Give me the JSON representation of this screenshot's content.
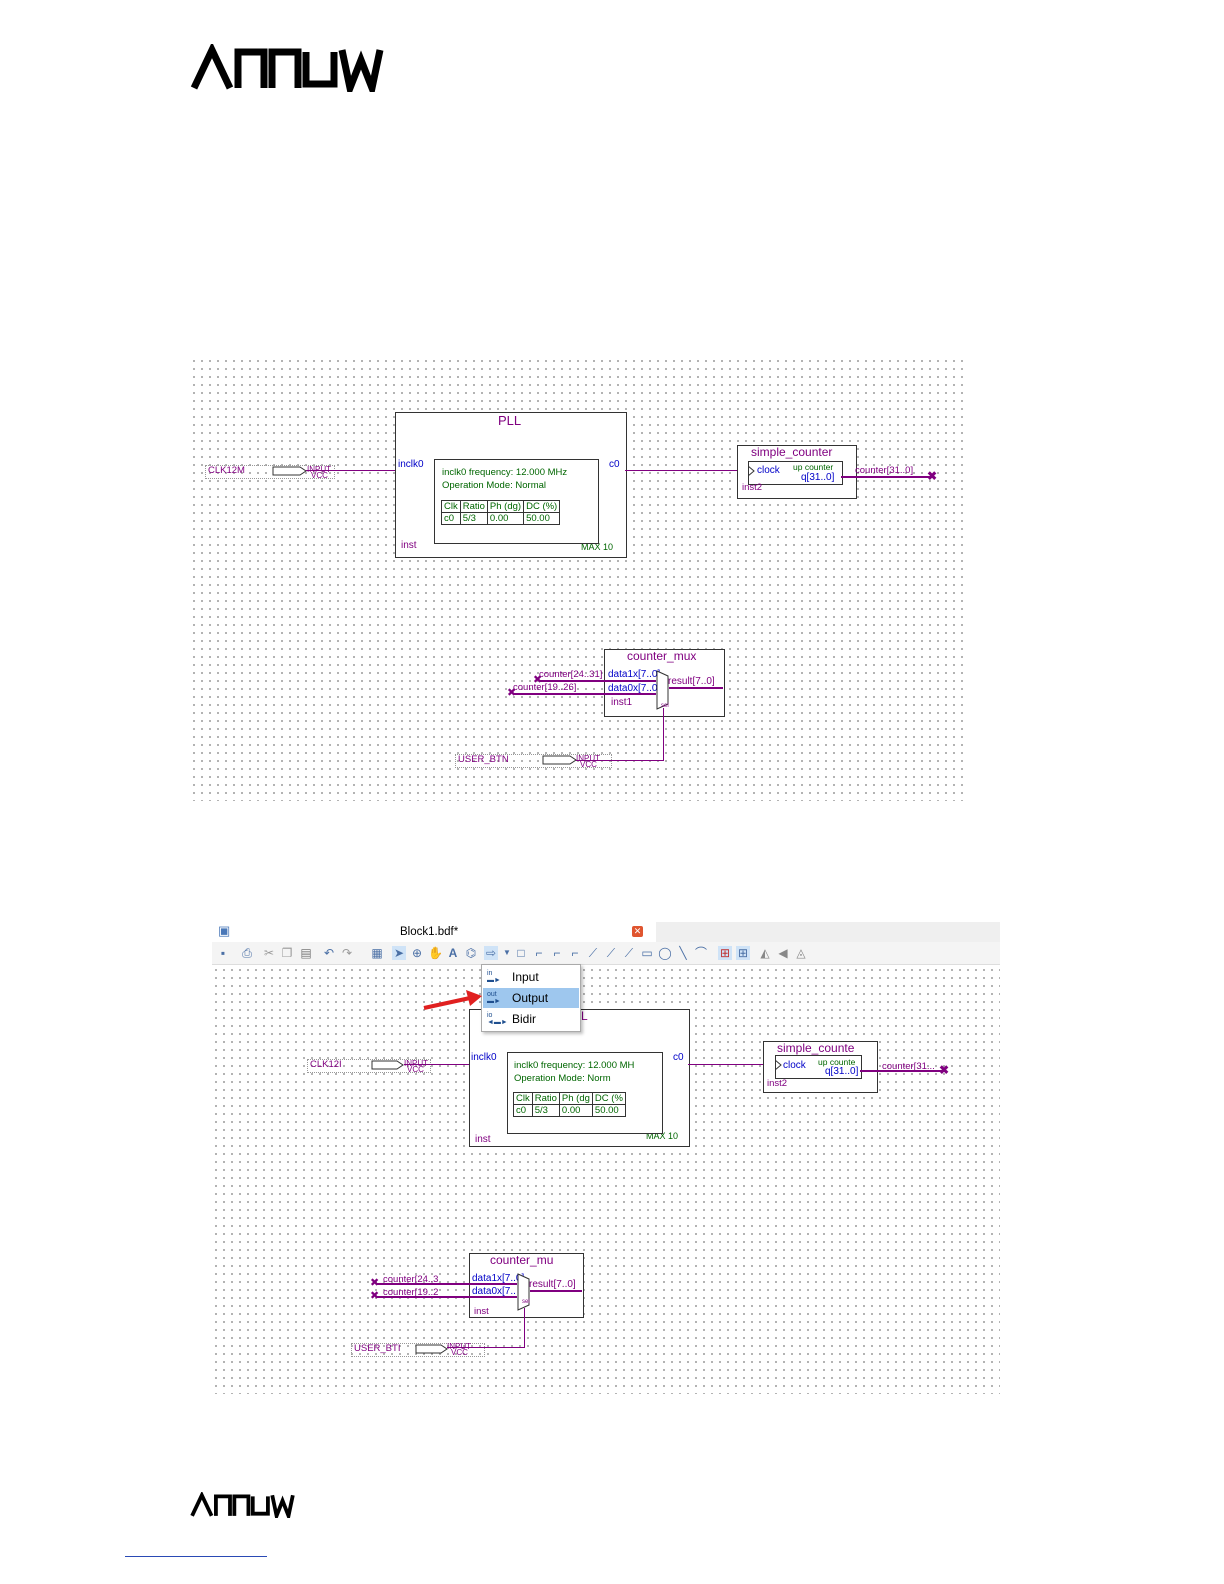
{
  "header_logo": {
    "text": "ARROW"
  },
  "footer_logo": {
    "text": "ARROW"
  },
  "fig1": {
    "pll": {
      "title": "PLL",
      "inclk": "inclk0",
      "c0": "c0",
      "inst": "inst",
      "family": "MAX 10",
      "info1": "inclk0 frequency: 12.000 MHz",
      "info2": "Operation Mode: Normal",
      "table_header": [
        "Clk",
        "Ratio",
        "Ph (dg)",
        "DC (%)"
      ],
      "table_row": [
        "c0",
        "5/3",
        "0.00",
        "50.00"
      ]
    },
    "clk_pin": {
      "name": "CLK12M",
      "type": "INPUT",
      "vcc": "VCC"
    },
    "counter": {
      "title": "simple_counter",
      "clock": "clock",
      "sub": "up counter",
      "q": "q[31..0]",
      "inst": "inst2",
      "out_label": "counter[31..0]"
    },
    "mux": {
      "title": "counter_mux",
      "d1": "data1x[7..0]",
      "d0": "data0x[7..0]",
      "result": "result[7..0]",
      "inst": "inst1",
      "sel": "sel",
      "in1": "counter[24..31]",
      "in0": "counter[19..26]"
    },
    "btn_pin": {
      "name": "USER_BTN",
      "type": "INPUT",
      "vcc": "VCC"
    }
  },
  "fig2": {
    "tab_title": "Block1.bdf*",
    "menu": [
      {
        "label": "Input",
        "icon": "in"
      },
      {
        "label": "Output",
        "icon": "out"
      },
      {
        "label": "Bidir",
        "icon": "io"
      }
    ],
    "pll": {
      "title_fragment": "L",
      "inclk": "inclk0",
      "c0": "c0",
      "inst": "inst",
      "family": "MAX 10",
      "info1": "inclk0 frequency: 12.000 MH",
      "info2": "Operation Mode: Norm",
      "table_header": [
        "Clk",
        "Ratio",
        "Ph (dg",
        "DC (%"
      ],
      "table_row": [
        "c0",
        "5/3",
        "0.00",
        "50.00"
      ]
    },
    "clk_pin": {
      "name": "CLK12I",
      "type": "INPUT",
      "vcc": "VCC"
    },
    "counter": {
      "title": "simple_counte",
      "clock": "clock",
      "sub": "up counte",
      "q": "q[31..0]",
      "inst": "inst2",
      "out_label": "counter[31..."
    },
    "mux": {
      "title": "counter_mu",
      "d1": "data1x[7..0]",
      "d0": "data0x[7..",
      "result": "result[7..0]",
      "inst": "inst",
      "sel": "sel",
      "in1": "counter[24..3",
      "in0": "counter[19..2"
    },
    "btn_pin": {
      "name": "USER_BTI",
      "type": "INPUT",
      "vcc": "VCC"
    }
  },
  "colors": {
    "wire": "#800080",
    "port_blue": "#0000c8",
    "table_green": "#006600",
    "menu_highlight": "#9ec7ee",
    "arrow_red": "#e02020"
  }
}
